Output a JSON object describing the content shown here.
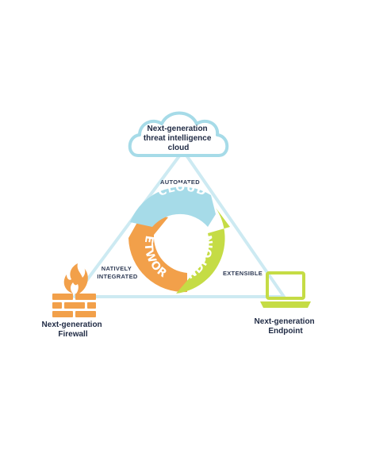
{
  "nodes": {
    "cloud": {
      "lines": [
        "Next-generation",
        "threat intelligence",
        "cloud"
      ]
    },
    "firewall": {
      "lines": [
        "Next-generation",
        "Firewall"
      ]
    },
    "endpoint": {
      "lines": [
        "Next-generation",
        "Endpoint"
      ]
    }
  },
  "edges": {
    "top": "AUTOMATED",
    "left": [
      "NATIVELY",
      "INTEGRATED"
    ],
    "right": "EXTENSIBLE"
  },
  "cycle": {
    "cloud": "CLOUD",
    "network": "NETWORK",
    "endpoint": "ENDPOINT"
  },
  "colors": {
    "cloud": "#a6dbe8",
    "network": "#f2a04a",
    "endpoint": "#c5dc45",
    "triangle": "#cdeaf2",
    "text": "#1f2a44"
  },
  "icons": {
    "cloud": "cloud-icon",
    "firewall": "firewall-icon",
    "endpoint": "laptop-icon"
  }
}
